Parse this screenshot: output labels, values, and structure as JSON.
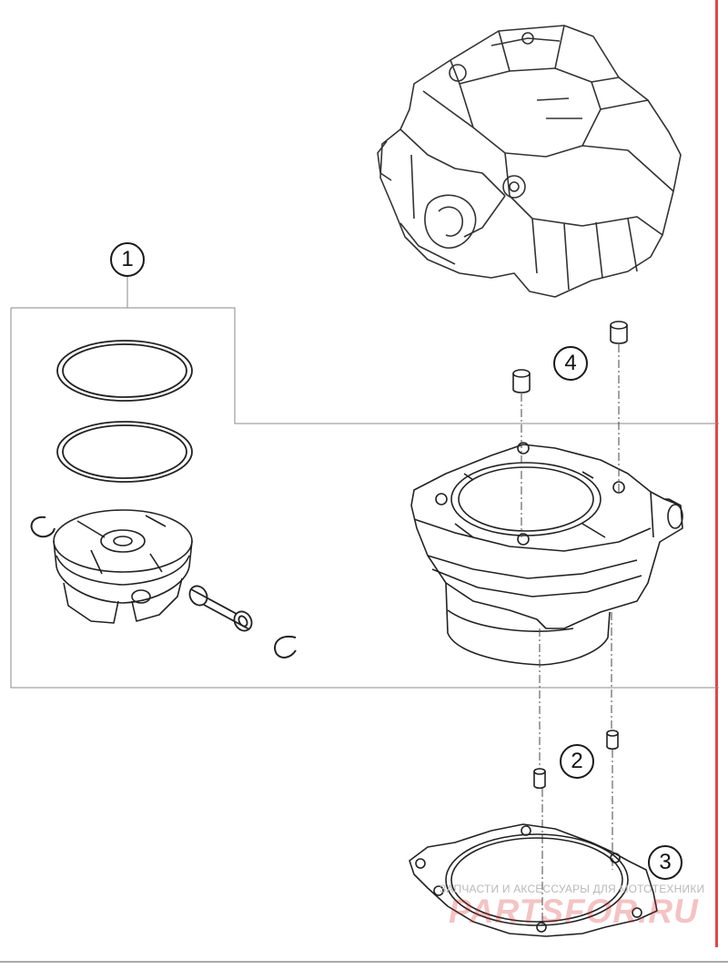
{
  "callouts": [
    {
      "id": "1",
      "label": "1"
    },
    {
      "id": "2",
      "label": "2"
    },
    {
      "id": "3",
      "label": "3"
    },
    {
      "id": "4",
      "label": "4"
    }
  ],
  "watermark": {
    "subtitle": "ЗАПЧАСТИ И АКСЕССУАРЫ ДЛЯ МОТОТЕХНИКИ",
    "logo": "PARTSFOR.RU"
  },
  "colors": {
    "line": "#1a1a1a",
    "frame": "#888888",
    "watermark_red": "#d72828",
    "border_red": "#e04848"
  }
}
